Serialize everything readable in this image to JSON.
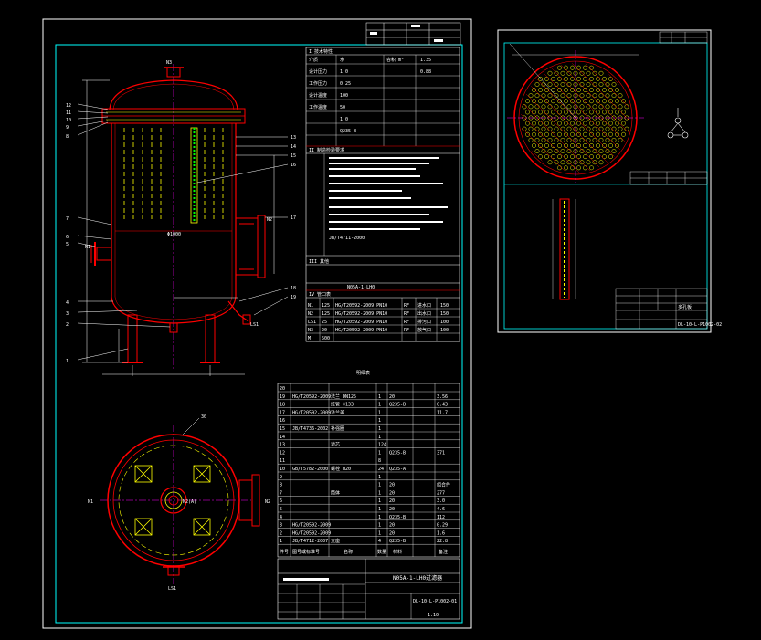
{
  "colors": {
    "background": "#000000",
    "frame": "#ffffff",
    "border": "#00ffff",
    "vessel": "#ff0000",
    "internals": "#ffff00",
    "centerline": "#ff00ff",
    "table": "#ff0000"
  },
  "main_drawing": {
    "nozzle_top": "N3",
    "nozzle_inlet": "N1",
    "nozzle_outlet": "N2",
    "nozzle_drain": "LS1",
    "dim_width": "Φ1000",
    "plan_nozzle_label": "N2(A)",
    "plan_ref": "30",
    "left_refs": [
      "12",
      "11",
      "10",
      "9",
      "8",
      "7",
      "6",
      "5",
      "4",
      "3",
      "2",
      "1"
    ],
    "right_refs": [
      "13",
      "14",
      "15",
      "16",
      "17",
      "18",
      "19"
    ]
  },
  "spec_table": {
    "title": "I 技术特性",
    "rows": [
      {
        "c1": "介质",
        "c2": "水",
        "c3": "容积 m³",
        "c4": "1.35"
      },
      {
        "c1": "设计压力",
        "c2": "1.0",
        "c3": "",
        "c4": "0.88"
      },
      {
        "c1": "工作压力",
        "c2": "0.25",
        "c3": "",
        "c4": ""
      },
      {
        "c1": "设计温度",
        "c2": "100",
        "c3": "",
        "c4": ""
      },
      {
        "c1": "工作温度",
        "c2": "50",
        "c3": "",
        "c4": ""
      },
      {
        "c1": "",
        "c2": "1.0",
        "c3": "",
        "c4": ""
      },
      {
        "c1": "",
        "c2": "Q235-B",
        "c3": "",
        "c4": ""
      }
    ],
    "section2": "II 制造检验要求",
    "std_row": "JB/T4711-2000",
    "section3": "III 其他",
    "model": "N05A-1-LH0",
    "section4": "IV 管口表"
  },
  "nozzle_table": {
    "rows": [
      {
        "id": "N1",
        "dn": "125",
        "std": "HG/T20592-2009 PN10",
        "face": "RF",
        "use": "进水口",
        "len": "150"
      },
      {
        "id": "N2",
        "dn": "125",
        "std": "HG/T20592-2009 PN10",
        "face": "RF",
        "use": "出水口",
        "len": "150"
      },
      {
        "id": "LS1",
        "dn": "25",
        "std": "HG/T20592-2009 PN10",
        "face": "RF",
        "use": "排污口",
        "len": "100"
      },
      {
        "id": "N3",
        "dn": "20",
        "std": "HG/T20592-2009 PN10",
        "face": "RF",
        "use": "放气口",
        "len": "100"
      },
      {
        "id": "M",
        "dn": "500",
        "std": "",
        "face": "",
        "use": "",
        "len": ""
      }
    ]
  },
  "parts_table": {
    "title": "明细表",
    "rows": [
      {
        "no": "20",
        "code": "",
        "name": "",
        "qty": "",
        "mat": "",
        "w": ""
      },
      {
        "no": "19",
        "code": "HG/T20592-2009",
        "name": "法兰 DN125",
        "qty": "1",
        "mat": "20",
        "w": "3.56"
      },
      {
        "no": "18",
        "code": "",
        "name": "接管 Φ133",
        "qty": "1",
        "mat": "Q235-B",
        "w": "0.43"
      },
      {
        "no": "17",
        "code": "HG/T20592-2009",
        "name": "法兰盖",
        "qty": "1",
        "mat": "",
        "w": "11.7"
      },
      {
        "no": "16",
        "code": "",
        "name": "",
        "qty": "1",
        "mat": "",
        "w": ""
      },
      {
        "no": "15",
        "code": "JB/T4736-2002",
        "name": "补强圈",
        "qty": "1",
        "mat": "",
        "w": ""
      },
      {
        "no": "14",
        "code": "",
        "name": "",
        "qty": "1",
        "mat": "",
        "w": ""
      },
      {
        "no": "13",
        "code": "",
        "name": "滤芯",
        "qty": "124",
        "mat": "",
        "w": ""
      },
      {
        "no": "12",
        "code": "",
        "name": "",
        "qty": "1",
        "mat": "Q235-B",
        "w": "371"
      },
      {
        "no": "11",
        "code": "",
        "name": "",
        "qty": "8",
        "mat": "",
        "w": ""
      },
      {
        "no": "10",
        "code": "GB/T5782-2000",
        "name": "螺栓 M20",
        "qty": "24",
        "mat": "Q235-A",
        "w": ""
      },
      {
        "no": "9",
        "code": "",
        "name": "",
        "qty": "1",
        "mat": "",
        "w": ""
      },
      {
        "no": "8",
        "code": "",
        "name": "",
        "qty": "1",
        "mat": "20",
        "w": "组合件"
      },
      {
        "no": "7",
        "code": "",
        "name": "筒体",
        "qty": "1",
        "mat": "20",
        "w": "277"
      },
      {
        "no": "6",
        "code": "",
        "name": "",
        "qty": "1",
        "mat": "20",
        "w": "3.0"
      },
      {
        "no": "5",
        "code": "",
        "name": "",
        "qty": "1",
        "mat": "20",
        "w": "4.6"
      },
      {
        "no": "4",
        "code": "",
        "name": "",
        "qty": "1",
        "mat": "Q235-B",
        "w": "112"
      },
      {
        "no": "3",
        "code": "HG/T20592-2009",
        "name": "",
        "qty": "1",
        "mat": "20",
        "w": "0.29"
      },
      {
        "no": "2",
        "code": "HG/T20592-2009",
        "name": "",
        "qty": "1",
        "mat": "20",
        "w": "1.6"
      },
      {
        "no": "1",
        "code": "JB/T4712-2007",
        "name": "支座",
        "qty": "4",
        "mat": "Q235-B",
        "w": "22.8"
      }
    ],
    "header": {
      "no": "件号",
      "code": "图号或标准号",
      "name": "名称",
      "qty": "数量",
      "mat": "材料",
      "w": "备注"
    }
  },
  "title_block": {
    "drawing_name": "N05A-1-LH0过滤器",
    "scale": "1:10",
    "drawing_no": "DL-10-L-P1002-01"
  },
  "detail_sheet": {
    "part_name": "多孔板",
    "drawing_no": "DL-10-L-P1002-02"
  }
}
